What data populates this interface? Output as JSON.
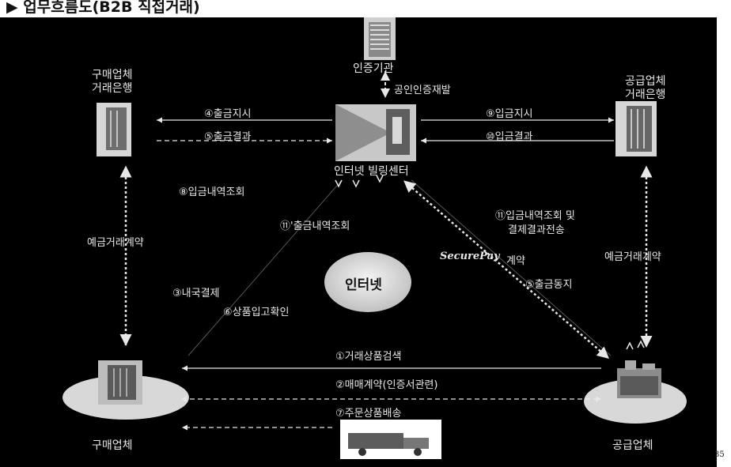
{
  "title": "▶ 업무흐름도(B2B 직접거래)",
  "page_number": "35",
  "nodes": {
    "cert": "인증기관",
    "buyer_bank_l1": "구매업체",
    "buyer_bank_l2": "거래은행",
    "supplier_bank_l1": "공급업체",
    "supplier_bank_l2": "거래은행",
    "billing_center": "인터넷 빌링센터",
    "internet": "인터넷",
    "buyer": "구매업체",
    "supplier": "공급업체"
  },
  "edges": {
    "cert_reissue": "공인인증재발",
    "e4": "④출금지시",
    "e5": "⑤출금결과",
    "e9": "⑨입금지시",
    "e10": "⑩입금결과",
    "e8": "⑧입금내역조회",
    "e11a": "⑪입금내역조회 및",
    "e11b": "결제결과전송",
    "e11p": "⑪'출금내역조회",
    "securepay": "SecurePay",
    "contract": "계약",
    "deposit_left": "예금거래계약",
    "deposit_right": "예금거래계약",
    "e3": "③내국결제",
    "e6": "⑥상품입고확인",
    "e5b": "⑤출금동지",
    "e1": "①거래상품검색",
    "e2": "②매매계약(인증서관련)",
    "e7": "⑦주문상품배송"
  },
  "colors": {
    "background": "#000000",
    "text": "#e8e8e8",
    "ellipse": "#dcdcdc"
  }
}
